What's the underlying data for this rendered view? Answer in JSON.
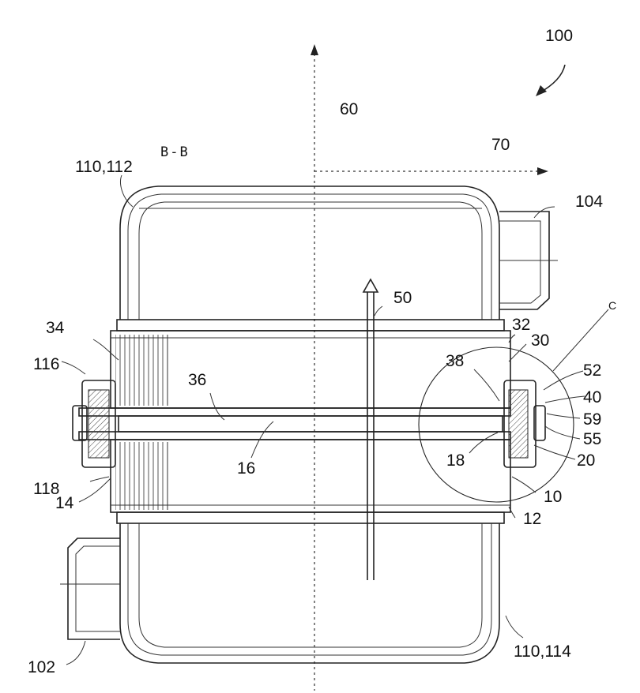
{
  "figure": {
    "section_label": "B-B",
    "detail_label": "C",
    "labels": {
      "l100": "100",
      "l60": "60",
      "l70": "70",
      "l110_112": "110,112",
      "l104": "104",
      "l50": "50",
      "l34": "34",
      "l116": "116",
      "l36": "36",
      "l16": "16",
      "l118": "118",
      "l14": "14",
      "l32": "32",
      "l30": "30",
      "l38": "38",
      "l52": "52",
      "l40": "40",
      "l59": "59",
      "l55": "55",
      "l20": "20",
      "l18": "18",
      "l10": "10",
      "l12": "12",
      "l110_114": "110,114",
      "l102": "102"
    }
  }
}
